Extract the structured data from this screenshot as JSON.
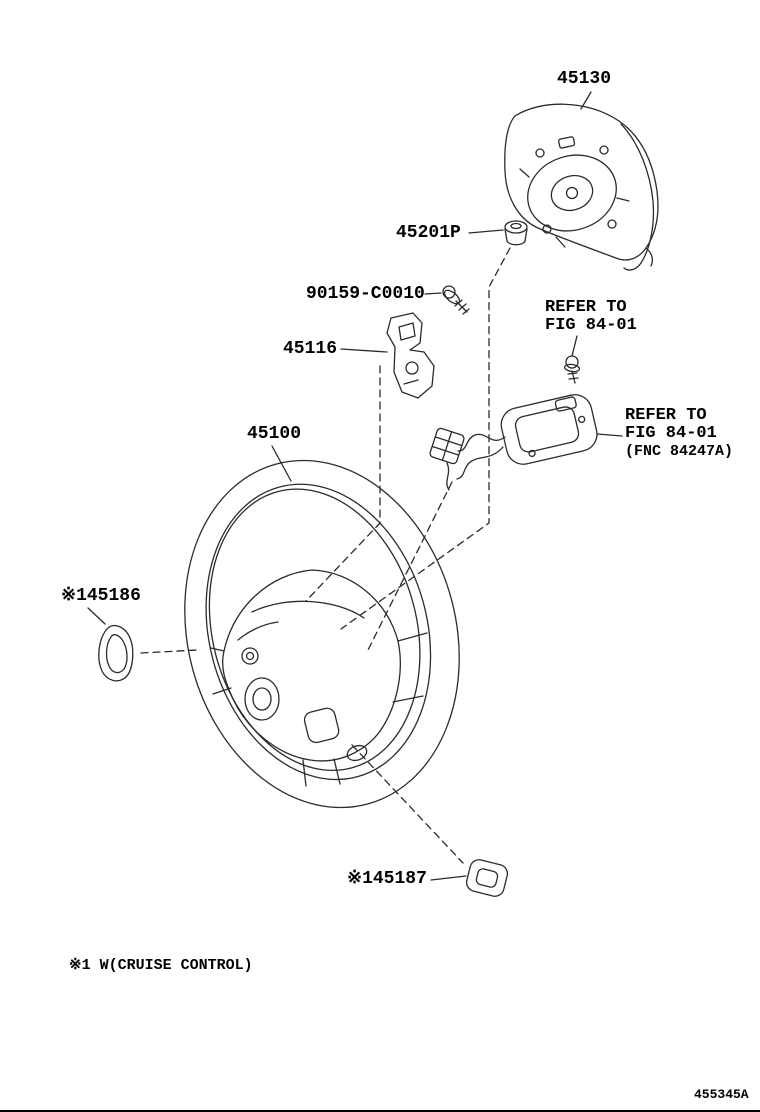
{
  "page": {
    "background": "#ffffff",
    "line_color": "#2b2b2b",
    "text_color": "#000000"
  },
  "callouts": {
    "airbag_pad": "45130",
    "grommet": "45201P",
    "screw": "90159-C0010",
    "switch": "45116",
    "steering_wheel": "45100",
    "clip_left": "※145186",
    "clip_lower": "※145187"
  },
  "references": {
    "upper": {
      "line1": "REFER TO",
      "line2": "FIG 84-01"
    },
    "right": {
      "line1": "REFER TO",
      "line2": "FIG 84-01",
      "line3": "(FNC 84247A)"
    }
  },
  "footnote": "※1 W(CRUISE CONTROL)",
  "figure_code": "455345A"
}
